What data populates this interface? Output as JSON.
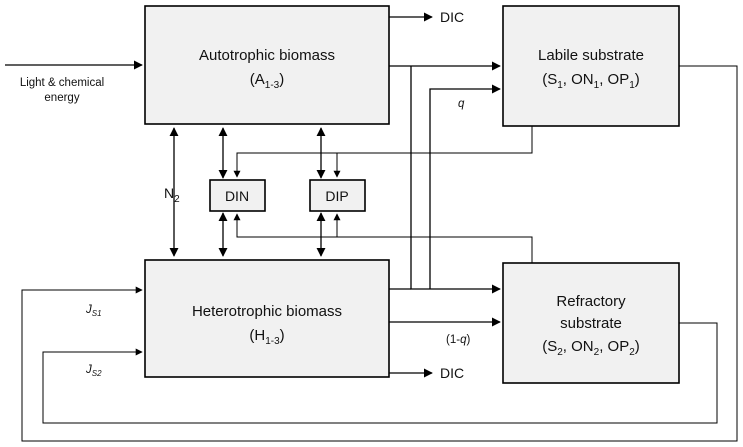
{
  "boxes": {
    "autotrophic": {
      "title": "Autotrophic biomass",
      "sub_base": "(A",
      "sub_idx": "1-3",
      "sub_close": ")"
    },
    "heterotrophic": {
      "title": "Heterotrophic biomass",
      "sub_base": "(H",
      "sub_idx": "1-3",
      "sub_close": ")"
    },
    "labile": {
      "title": "Labile substrate",
      "sub": [
        "(S",
        "1",
        ", ON",
        "1",
        ", OP",
        "1",
        ")"
      ]
    },
    "refractory": {
      "title1": "Refractory",
      "title2": "substrate",
      "sub": [
        "(S",
        "2",
        ", ON",
        "2",
        ", OP",
        "2",
        ")"
      ]
    },
    "din": "DIN",
    "dip": "DIP"
  },
  "labels": {
    "light_line1": "Light & chemical",
    "light_line2": "energy",
    "dic_top": "DIC",
    "dic_bottom": "DIC",
    "n2_base": "N",
    "n2_sub": "2",
    "q": "q",
    "one_minus_q_open": "(1-",
    "one_minus_q_q": "q",
    "one_minus_q_close": ")",
    "js1_base": "J",
    "js1_sub": "S1",
    "js2_base": "J",
    "js2_sub": "S2"
  },
  "colors": {
    "box_fill": "#f1f1f1",
    "stroke": "#000000"
  }
}
